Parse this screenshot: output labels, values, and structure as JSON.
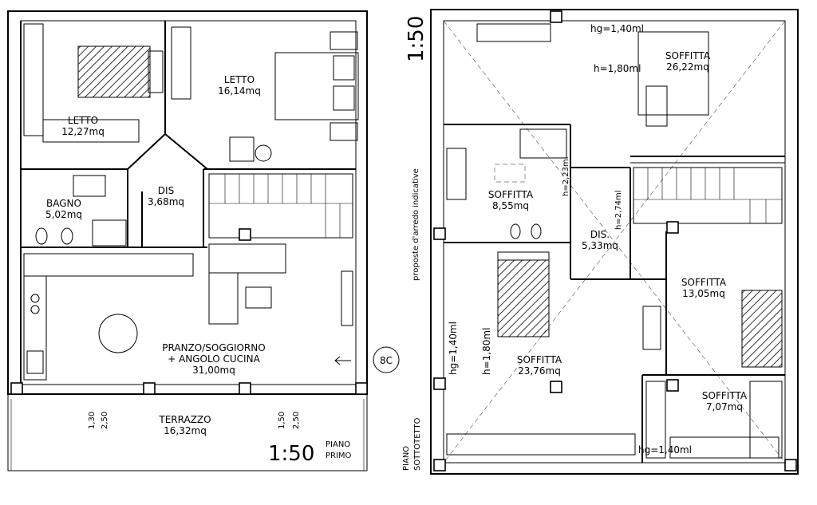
{
  "plan_primo": {
    "rooms": [
      {
        "id": "letto1",
        "name": "LETTO",
        "area": "12,27mq"
      },
      {
        "id": "letto2",
        "name": "LETTO",
        "area": "16,14mq"
      },
      {
        "id": "bagno",
        "name": "BAGNO",
        "area": "5,02mq"
      },
      {
        "id": "dis",
        "name": "DIS",
        "area": "3,68mq"
      },
      {
        "id": "pranzo",
        "name_line1": "PRANZO/SOGGIORNO",
        "name_line2": "+ ANGOLO CUCINA",
        "area": "31,00mq"
      },
      {
        "id": "terrazzo",
        "name": "TERRAZZO",
        "area": "16,32mq"
      }
    ],
    "dimensions": {
      "d1": "1,30",
      "d2": "2,50",
      "d3": "1,50",
      "d4": "2,50"
    },
    "scale": "1:50",
    "floor_line1": "PIANO",
    "floor_line2": "PRIMO",
    "badge": "8C"
  },
  "plan_sottotetto": {
    "scale": "1:50",
    "note": "proposte d'arredo indicative",
    "floor_line1": "PIANO",
    "floor_line2": "SOTTOTETTO",
    "rooms": [
      {
        "id": "s1",
        "name": "SOFFITTA",
        "area": "26,22mq"
      },
      {
        "id": "s2",
        "name": "SOFFITTA",
        "area": "8,55mq"
      },
      {
        "id": "dis",
        "name": "DIS.",
        "area": "5,33mq"
      },
      {
        "id": "s3",
        "name": "SOFFITTA",
        "area": "13,05mq"
      },
      {
        "id": "s4",
        "name": "SOFFITTA",
        "area": "23,76mq"
      },
      {
        "id": "s5",
        "name": "SOFFITTA",
        "area": "7,07mq"
      }
    ],
    "heights": {
      "hg_top": "hg=1,40ml",
      "h_top": "h=1,80ml",
      "h_s2": "h=2,23ml",
      "h_dis": "h=2,74ml",
      "hg_left": "hg=1,40ml",
      "h_left": "h=1,80ml",
      "hg_bottom": "hg=1,40ml"
    }
  }
}
